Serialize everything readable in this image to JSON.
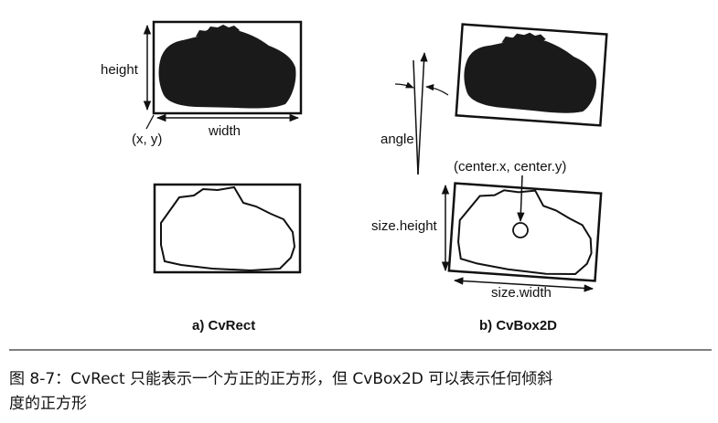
{
  "labels": {
    "height": "height",
    "width": "width",
    "origin": "(x, y)",
    "angle": "angle",
    "center": "(center.x, center.y)",
    "size_height": "size.height",
    "size_width": "size.width"
  },
  "subfigures": {
    "a": "a) CvRect",
    "b": "b) CvBox2D"
  },
  "caption": {
    "line1": "图 8-7：CvRect 只能表示一个方正的正方形，但 CvBox2D 可以表示任何倾斜",
    "line2": "度的正方形"
  },
  "colors": {
    "ink": "#111111",
    "fill": "#1a1a1a",
    "caption_rule": "#333333"
  }
}
